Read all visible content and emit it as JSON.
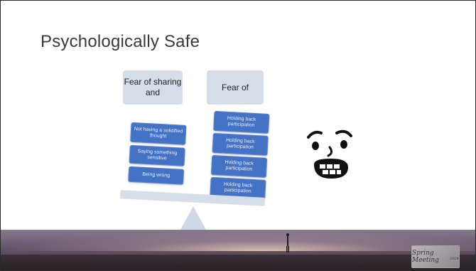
{
  "slide": {
    "title": "Psychologically Safe"
  },
  "headers": {
    "left": "Fear of sharing and",
    "right": "Fear of"
  },
  "left_stack": [
    "Not having a solidified thought",
    "Saying something sensitive",
    "Being wrong"
  ],
  "right_stack": [
    "Holding back participation",
    "Holding back participation",
    "Holding back participation",
    "Holding back participation"
  ],
  "logo": {
    "text": "Spring Meeting",
    "year": "2024"
  },
  "colors": {
    "block_fill": "#4472c4",
    "header_fill": "#d5dde9",
    "plank_fill": "#d6deea",
    "title_text": "#3a3a3a"
  },
  "icons": {
    "face": "grimacing-face-icon",
    "fulcrum": "triangle-fulcrum"
  }
}
